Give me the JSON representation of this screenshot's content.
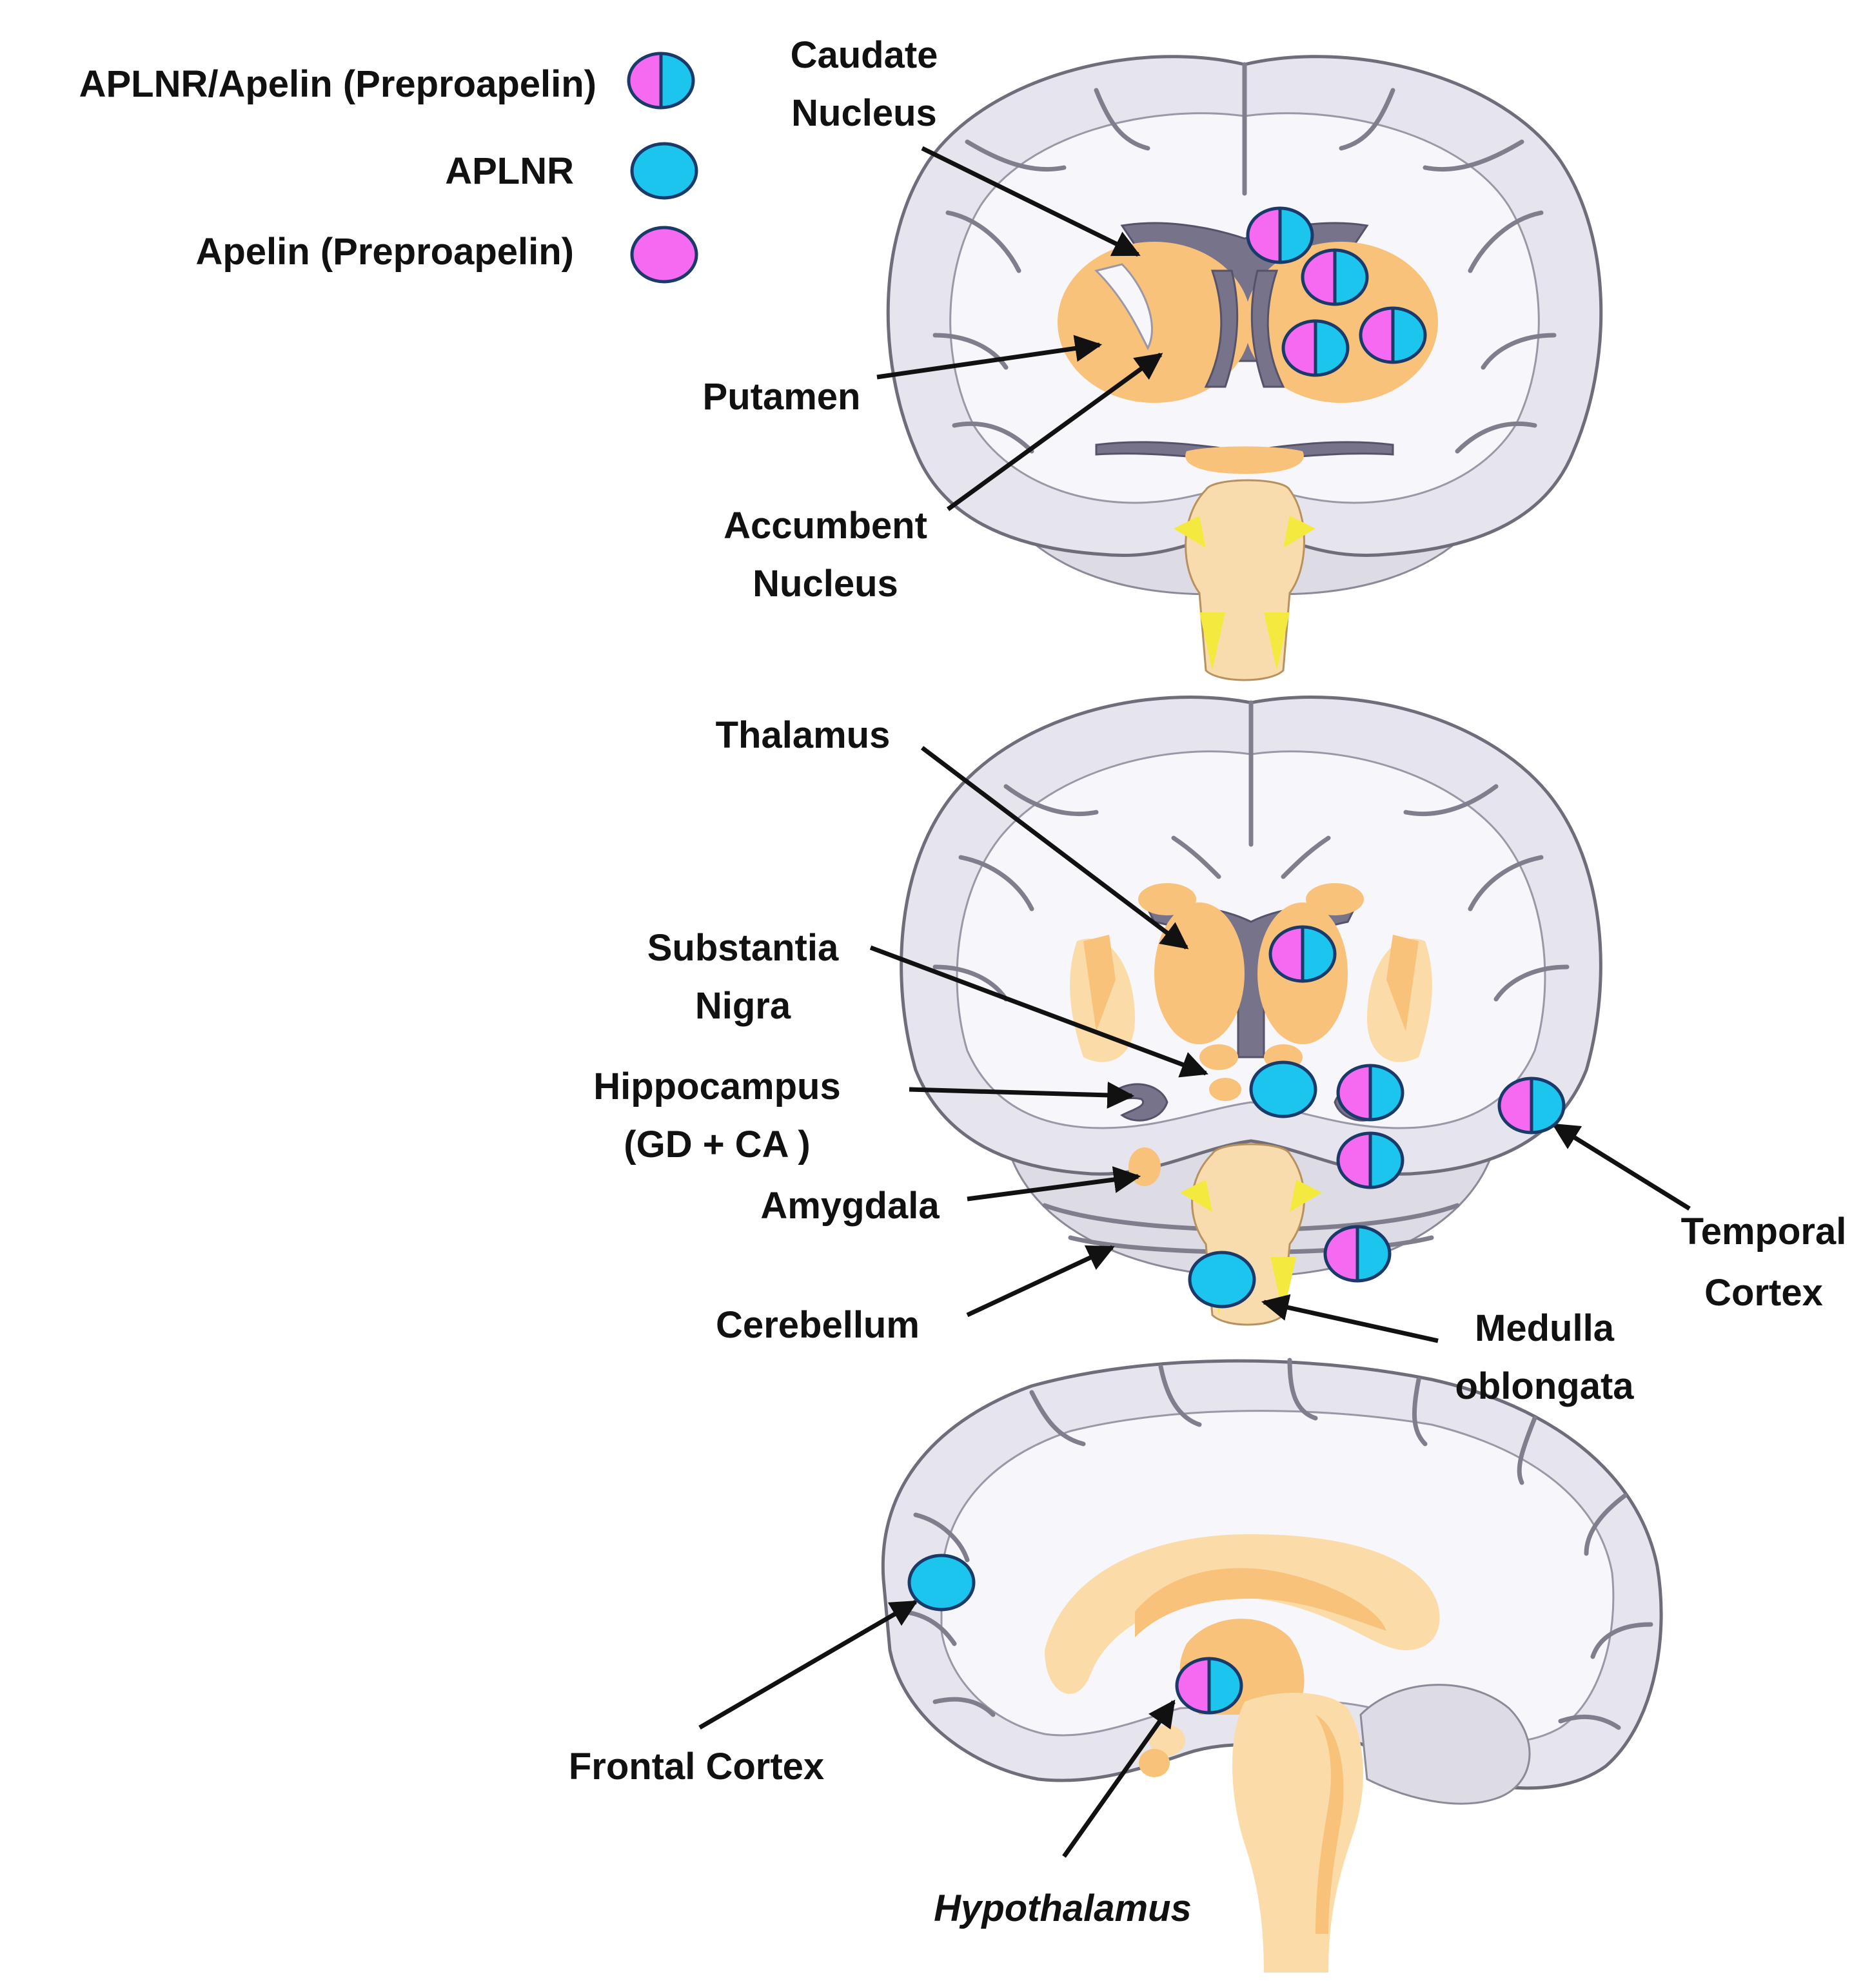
{
  "legend": {
    "both": "APLNR/Apelin (Preproapelin)",
    "aplnr": "APLNR",
    "apelin": "Apelin (Preproapelin)"
  },
  "labels": {
    "caudate_1": "Caudate",
    "caudate_2": "Nucleus",
    "putamen": "Putamen",
    "accumbent_1": "Accumbent",
    "accumbent_2": "Nucleus",
    "thalamus": "Thalamus",
    "substantia_1": "Substantia",
    "substantia_2": "Nigra",
    "hippocampus_1": "Hippocampus",
    "hippocampus_2": "(GD + CA )",
    "amygdala": "Amygdala",
    "cerebellum": "Cerebellum",
    "temporal_1": "Temporal",
    "temporal_2": "Cortex",
    "medulla_1": "Medulla",
    "medulla_2": "oblongata",
    "frontal": "Frontal Cortex",
    "hypothalamus": "Hypothalamus"
  },
  "colors": {
    "aplnr": "#1cc5ee",
    "apelin": "#f56af0",
    "marker_outline": "#1a3a6a"
  },
  "markers": {
    "caudate": [
      "both",
      "both"
    ],
    "putamen": [
      "both",
      "both"
    ],
    "thalamus": [
      "both"
    ],
    "substantia_nigra": [
      "aplnr"
    ],
    "hippocampus": [
      "both"
    ],
    "amygdala": [
      "both"
    ],
    "cerebellum": [
      "both"
    ],
    "temporal_cortex": [
      "both"
    ],
    "medulla_oblongata": [
      "aplnr"
    ],
    "frontal_cortex": [
      "aplnr"
    ],
    "hypothalamus": [
      "both"
    ]
  }
}
